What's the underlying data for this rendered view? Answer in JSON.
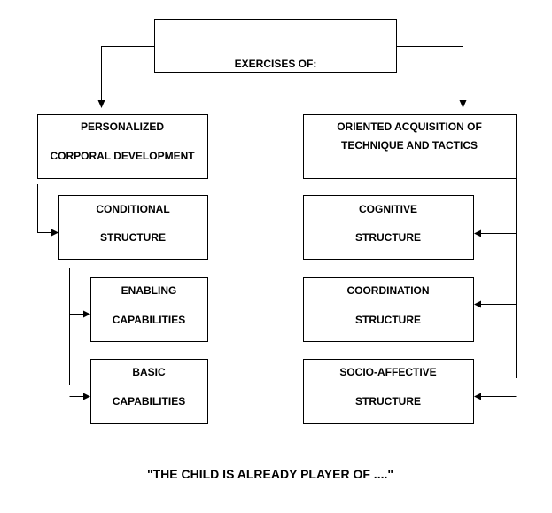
{
  "top": {
    "label": "EXERCISES OF:"
  },
  "left": {
    "header": {
      "line1": "PERSONALIZED",
      "line2": "CORPORAL DEVELOPMENT"
    },
    "conditional": {
      "line1": "CONDITIONAL",
      "line2": "STRUCTURE"
    },
    "enabling": {
      "line1": "ENABLING",
      "line2": "CAPABILITIES"
    },
    "basic": {
      "line1": "BASIC",
      "line2": "CAPABILITIES"
    }
  },
  "right": {
    "header": {
      "line1": "ORIENTED ACQUISITION OF",
      "line2": "TECHNIQUE AND TACTICS"
    },
    "cognitive": {
      "line1": "COGNITIVE",
      "line2": "STRUCTURE"
    },
    "coordination": {
      "line1": "COORDINATION",
      "line2": "STRUCTURE"
    },
    "socio": {
      "line1": "SOCIO-AFFECTIVE",
      "line2": "STRUCTURE"
    }
  },
  "caption": "\"THE CHILD IS ALREADY PLAYER OF ....\""
}
